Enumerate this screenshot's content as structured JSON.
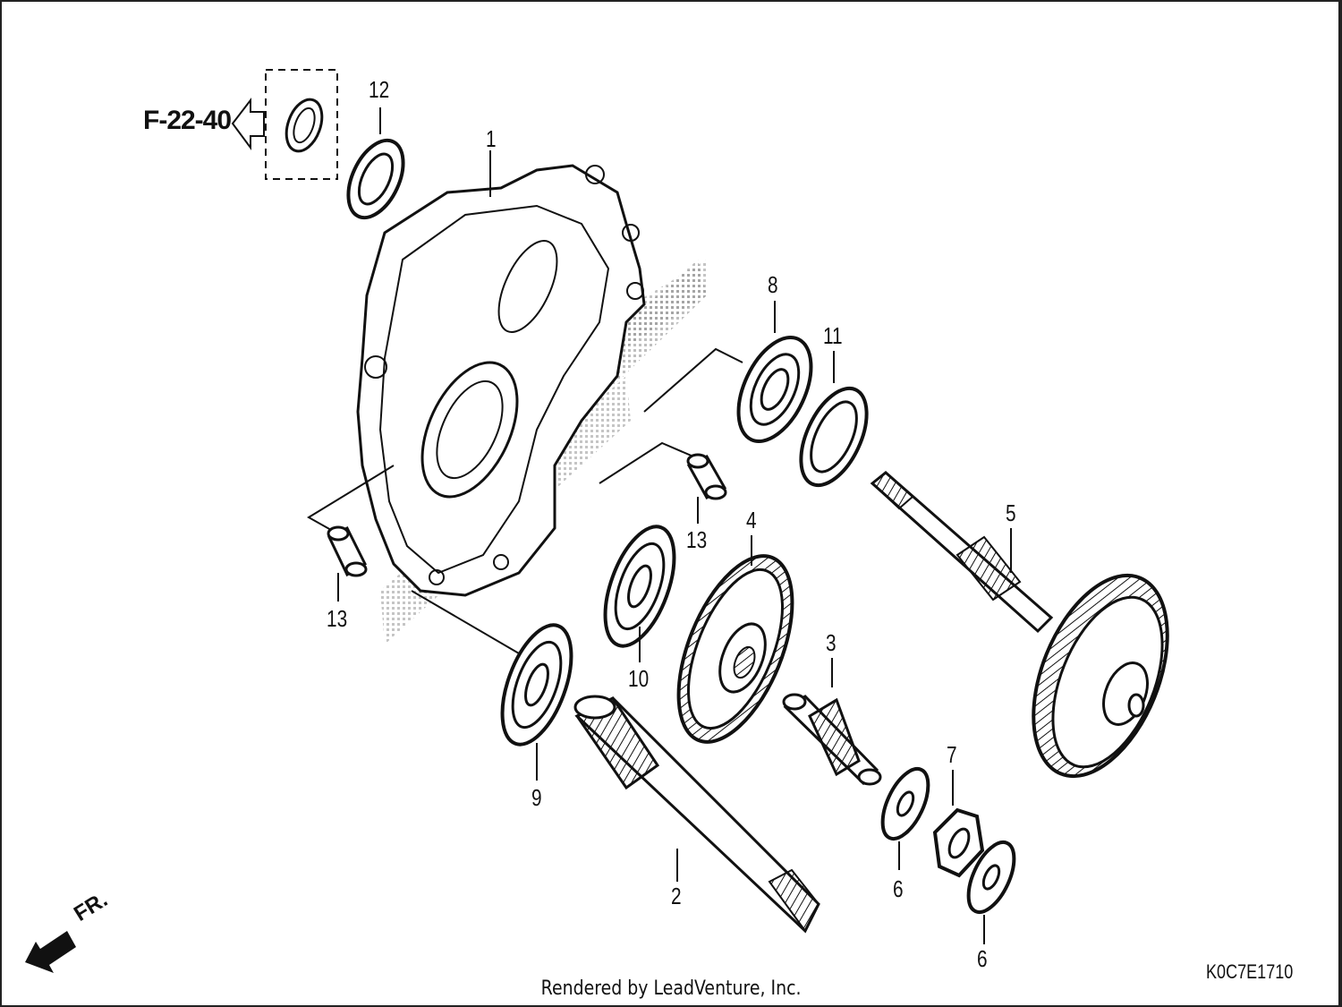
{
  "reference_link": "F-22-40",
  "front_label": "FR.",
  "diagram_code": "K0C7E1710",
  "credit": "Rendered by LeadVenture, Inc.",
  "callouts": {
    "c1": "1",
    "c2": "2",
    "c3": "3",
    "c4": "4",
    "c5": "5",
    "c6a": "6",
    "c6b": "6",
    "c7": "7",
    "c8": "8",
    "c9": "9",
    "c10": "10",
    "c11": "11",
    "c12": "12",
    "c13a": "13",
    "c13b": "13"
  },
  "colors": {
    "ink": "#111111",
    "background": "#ffffff",
    "hatch": "#9a9a9a"
  }
}
